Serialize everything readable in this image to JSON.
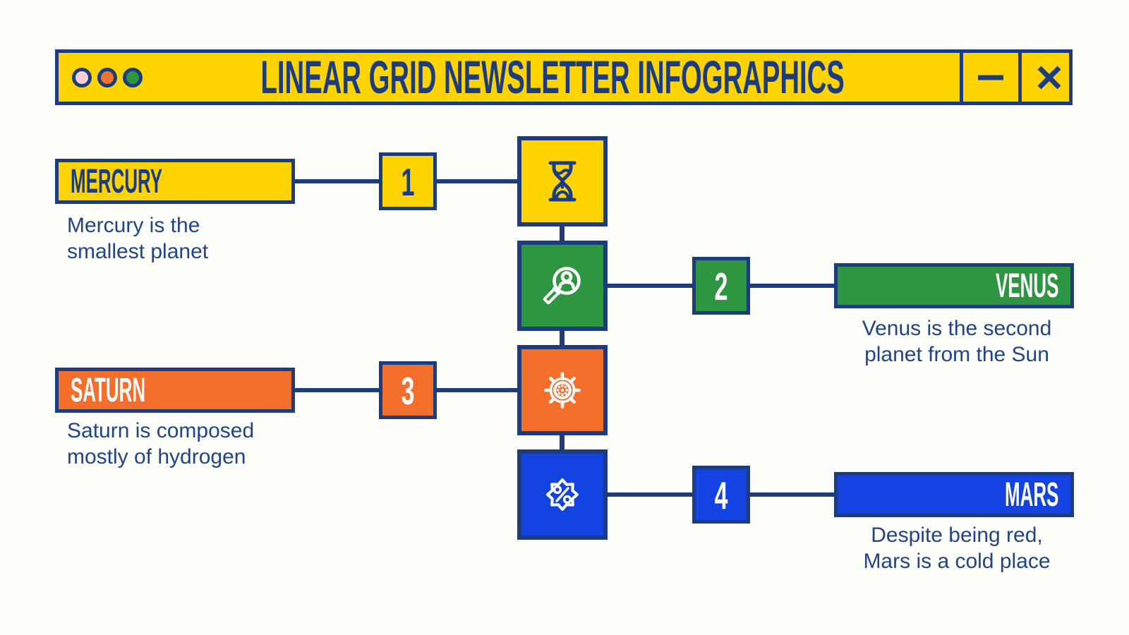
{
  "window": {
    "title": "LINEAR GRID NEWSLETTER INFOGRAPHICS",
    "traffic_dots": [
      "pink-dot",
      "orange-dot",
      "green-dot"
    ],
    "controls": [
      "minimize-icon",
      "close-icon"
    ]
  },
  "palette": {
    "navy": "#1B3C7E",
    "yellow": "#FFD402",
    "green": "#2E9641",
    "orange": "#F46E2C",
    "blue": "#1343E0",
    "pink_dot": "#F9D0DA",
    "orange_dot": "#F2742F",
    "green_dot": "#2E9641",
    "description_text": "#1F4488",
    "background": "#FEFEFB"
  },
  "items": [
    {
      "name": "MERCURY",
      "number": "1",
      "side": "left",
      "color": "#FFD402",
      "icon": "hourglass-icon",
      "desc_line1": "Mercury is the",
      "desc_line2": "smallest planet"
    },
    {
      "name": "VENUS",
      "number": "2",
      "side": "right",
      "color": "#2E9641",
      "icon": "person-search-icon",
      "desc_line1": "Venus is the second",
      "desc_line2": "planet from the Sun"
    },
    {
      "name": "SATURN",
      "number": "3",
      "side": "left",
      "color": "#F46E2C",
      "icon": "ship-helm-icon",
      "desc_line1": "Saturn is composed",
      "desc_line2": "mostly of hydrogen"
    },
    {
      "name": "MARS",
      "number": "4",
      "side": "right",
      "color": "#1343E0",
      "icon": "percent-badge-icon",
      "desc_line1": "Despite being red,",
      "desc_line2": "Mars is a cold place"
    }
  ]
}
